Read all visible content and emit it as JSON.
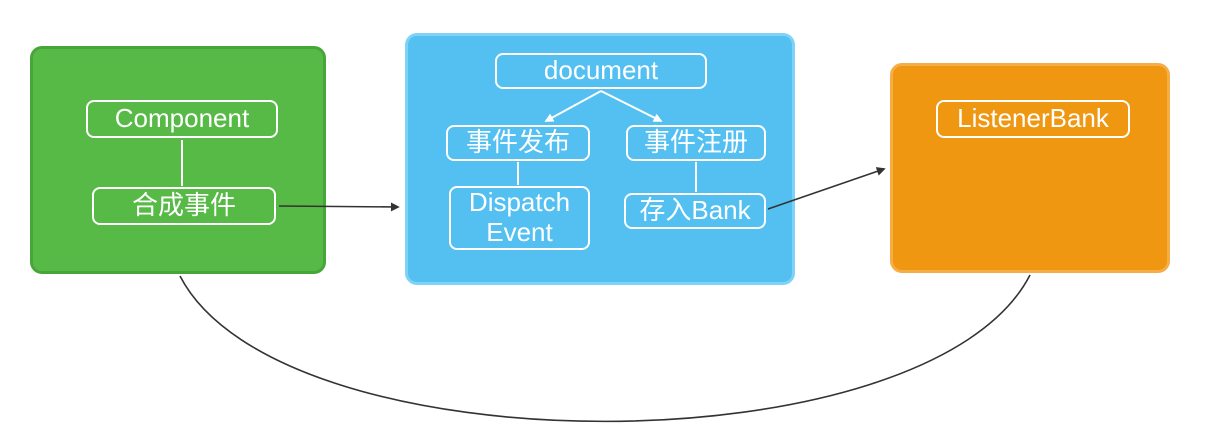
{
  "diagram": {
    "nodes": {
      "component": "Component",
      "synthetic_event": "合成事件",
      "document": "document",
      "event_publish": "事件发布",
      "event_register": "事件注册",
      "dispatch_event": "Dispatch Event",
      "store_bank": "存入Bank",
      "listener_bank": "ListenerBank"
    },
    "edges": [
      {
        "from": "component",
        "to": "synthetic_event",
        "style": "white-line"
      },
      {
        "from": "document",
        "to": "event_publish",
        "style": "white-arrow"
      },
      {
        "from": "document",
        "to": "event_register",
        "style": "white-arrow"
      },
      {
        "from": "event_publish",
        "to": "dispatch_event",
        "style": "white-line"
      },
      {
        "from": "event_register",
        "to": "store_bank",
        "style": "white-line"
      },
      {
        "from": "synthetic_event",
        "to": "document_box",
        "style": "dark-arrow"
      },
      {
        "from": "store_bank",
        "to": "listener_bank",
        "style": "dark-arrow"
      },
      {
        "from": "component_box",
        "to": "listener_box",
        "style": "dark-curve"
      }
    ],
    "colors": {
      "component_box_fill": "#57b946",
      "component_box_border": "#48a53a",
      "document_box_fill": "#53c0f1",
      "document_box_border": "#7fd2f7",
      "listener_box_fill": "#ef9711",
      "listener_box_border": "#f4ae45",
      "label_border": "#ffffff",
      "label_text": "#ffffff",
      "connector": "#333333"
    }
  }
}
